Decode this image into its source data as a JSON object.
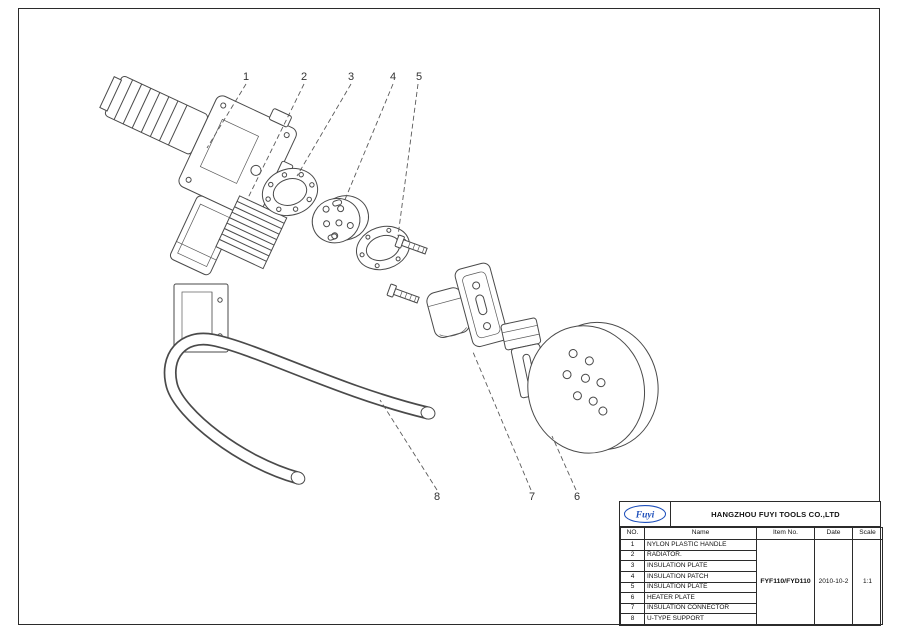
{
  "callouts": [
    "1",
    "2",
    "3",
    "4",
    "5",
    "6",
    "7",
    "8"
  ],
  "title_block": {
    "logo": "Fuyi",
    "company": "HANGZHOU FUYI TOOLS CO.,LTD",
    "headers": {
      "no": "NO.",
      "name": "Name",
      "item": "Item No.",
      "date": "Date",
      "scale": "Scale"
    },
    "parts": [
      {
        "no": "1",
        "name": "NYLON PLASTIC HANDLE"
      },
      {
        "no": "2",
        "name": "RADIATOR."
      },
      {
        "no": "3",
        "name": "INSULATION PLATE"
      },
      {
        "no": "4",
        "name": "INSULATION PATCH"
      },
      {
        "no": "5",
        "name": "INSULATION PLATE"
      },
      {
        "no": "6",
        "name": "HEATER PLATE"
      },
      {
        "no": "7",
        "name": "INSULATION CONNECTOR"
      },
      {
        "no": "8",
        "name": "U-TYPE SUPPORT"
      }
    ],
    "item_no": "FYF110/FYD110",
    "date": "2010-10-2",
    "scale": "1:1"
  }
}
